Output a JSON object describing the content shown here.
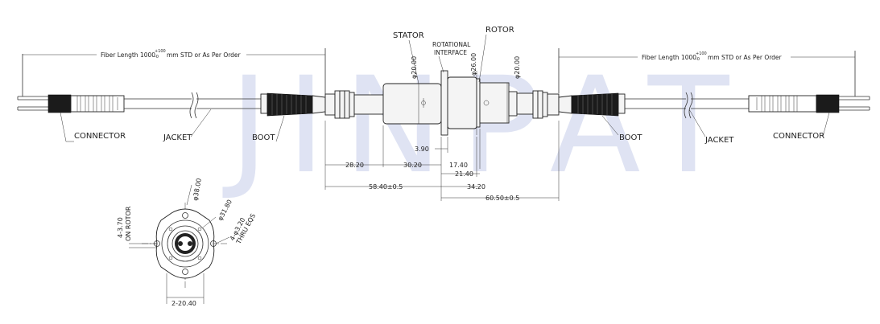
{
  "watermark": "JINPAT",
  "labels": {
    "stator": "STATOR",
    "rotational_interface_1": "ROTATIONAL",
    "rotational_interface_2": "INTERFACE",
    "rotor": "ROTOR",
    "connector_left": "CONNECTOR",
    "jacket_left": "JACKET",
    "boot_left": "BOOT",
    "boot_right": "BOOT",
    "jacket_right": "JACKET",
    "connector_right": "CONNECTOR"
  },
  "fiber_length": {
    "left_a": "Fiber Length 1000",
    "left_b": "mm STD or As Per Order",
    "right_a": "Fiber Length 1000",
    "right_b": "mm STD or As Per Order",
    "tol_upper": "+100",
    "tol_lower": "-0"
  },
  "dimensions": {
    "d_stator": "φ20.00",
    "d_rotor_flange": "φ26.00",
    "d_rotor": "φ20.00",
    "gap": "3.90",
    "l1": "28.20",
    "l2": "30.20",
    "l3": "17.40",
    "l4": "21.40",
    "l5": "58.40±0.5",
    "l6": "34.20",
    "l7": "60.50±0.5"
  },
  "end_view": {
    "d_outer": "φ38.00",
    "d_inner": "φ31.80",
    "holes_1": "4-φ3.20",
    "holes_2": "THRU EQS",
    "rotor_holes_1": "4-3.70",
    "rotor_holes_2": "ON ROTOR",
    "spacing": "2-20.40"
  }
}
